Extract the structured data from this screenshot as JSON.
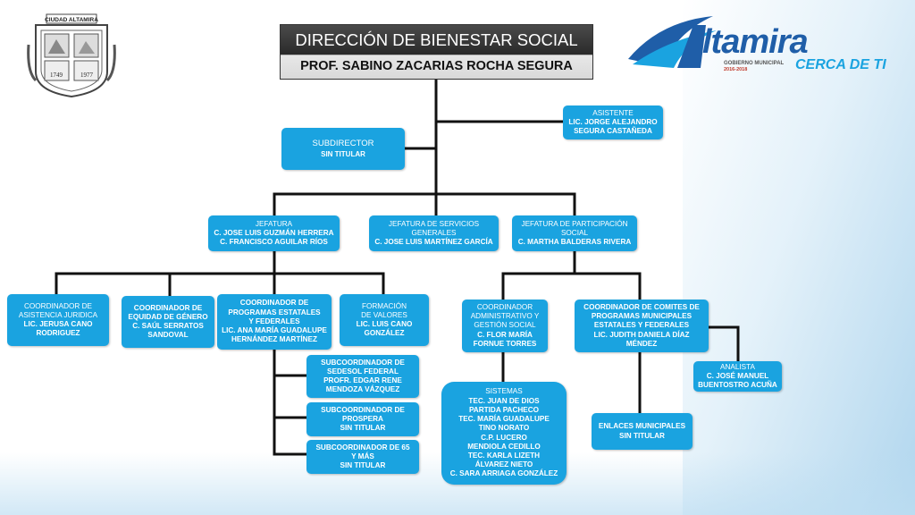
{
  "seal": {
    "top_text": "CIUDAD ALTAMIRA",
    "year_left": "1749",
    "year_right": "1977"
  },
  "header": {
    "title": "DIRECCIÓN DE BIENESTAR SOCIAL",
    "subtitle": "PROF. SABINO ZACARIAS ROCHA SEGURA"
  },
  "logo": {
    "word": "ltamira",
    "sub1": "GOBIERNO MUNICIPAL",
    "sub2": "2016-2018",
    "tagline": "CERCA DE TI"
  },
  "nodes": {
    "asistente": {
      "title": "ASISTENTE",
      "name1": "LIC. JORGE ALEJANDRO",
      "name2": "SEGURA CASTAÑEDA"
    },
    "subdirector": {
      "title": "SUBDIRECTOR",
      "name": "SIN TITULAR"
    },
    "jefatura": {
      "title": "JEFATURA",
      "name1": "C. JOSE LUIS GUZMÁN HERRERA",
      "name2": "C. FRANCISCO AGUILAR RÍOS"
    },
    "jef_servicios": {
      "title1": "JEFATURA DE SERVICIOS",
      "title2": "GENERALES",
      "name": "C. JOSE LUIS MARTÍNEZ GARCÍA"
    },
    "jef_participacion": {
      "title1": "JEFATURA DE PARTICIPACIÓN",
      "title2": "SOCIAL",
      "name": "C. MARTHA BALDERAS RIVERA"
    },
    "coord_juridica": {
      "title1": "COORDINADOR DE",
      "title2": "ASISTENCIA JURIDICA",
      "name1": "LIC. JERUSA CANO",
      "name2": "RODRIGUEZ"
    },
    "coord_equidad": {
      "title1": "COORDINADOR DE",
      "title2": "EQUIDAD DE GÉNERO",
      "name1": "C. SAÚL SERRATOS",
      "name2": "SANDOVAL"
    },
    "coord_programas": {
      "title1": "COORDINADOR DE",
      "title2": "PROGRAMAS ESTATALES",
      "title3": "Y FEDERALES",
      "name1": "LIC. ANA MARÍA GUADALUPE",
      "name2": "HERNÁNDEZ MARTÍNEZ"
    },
    "formacion": {
      "title1": "FORMACIÓN",
      "title2": "DE VALORES",
      "name1": "LIC. LUIS CANO",
      "name2": "GONZÁLEZ"
    },
    "coord_admin": {
      "title1": "COORDINADOR",
      "title2": "ADMINISTRATIVO Y",
      "title3": "GESTIÓN SOCIAL",
      "name1": "C. FLOR MARÍA",
      "name2": "FORNUE TORRES"
    },
    "coord_comites": {
      "title1": "COORDINADOR DE COMITES DE",
      "title2": "PROGRAMAS MUNICIPALES",
      "title3": "ESTATALES Y FEDERALES",
      "name1": "LIC. JUDITH  DANIELA DÍAZ",
      "name2": "MÉNDEZ"
    },
    "analista": {
      "title": "ANALISTA",
      "name1": "C. JOSÉ MANUEL",
      "name2": "BUENTOSTRO ACUÑA"
    },
    "sub_sedesol": {
      "title1": "SUBCOORDINADOR  DE",
      "title2": "SEDESOL FEDERAL",
      "name1": "PROFR. EDGAR RENE",
      "name2": "MENDOZA VÁZQUEZ"
    },
    "sub_prospera": {
      "title1": "SUBCOORDINADOR  DE",
      "title2": "PROSPERA",
      "name": "SIN TITULAR"
    },
    "sub_65": {
      "title1": "SUBCOORDINADOR DE 65",
      "title2": "Y MÁS",
      "name": "SIN TITULAR"
    },
    "sistemas": {
      "title": "SISTEMAS",
      "lines": [
        "TEC. JUAN DE DIOS",
        "PARTIDA PACHECO",
        "TEC. MARÍA GUADALUPE",
        "TINO NORATO",
        "C.P. LUCERO",
        "MENDIOLA CEDILLO",
        "TEC. KARLA LIZETH",
        "ÁLVAREZ NIETO",
        "C. SARA ARRIAGA GONZÁLEZ"
      ]
    },
    "enlaces": {
      "title": "ENLACES MUNICIPALES",
      "name": "SIN TITULAR"
    }
  }
}
